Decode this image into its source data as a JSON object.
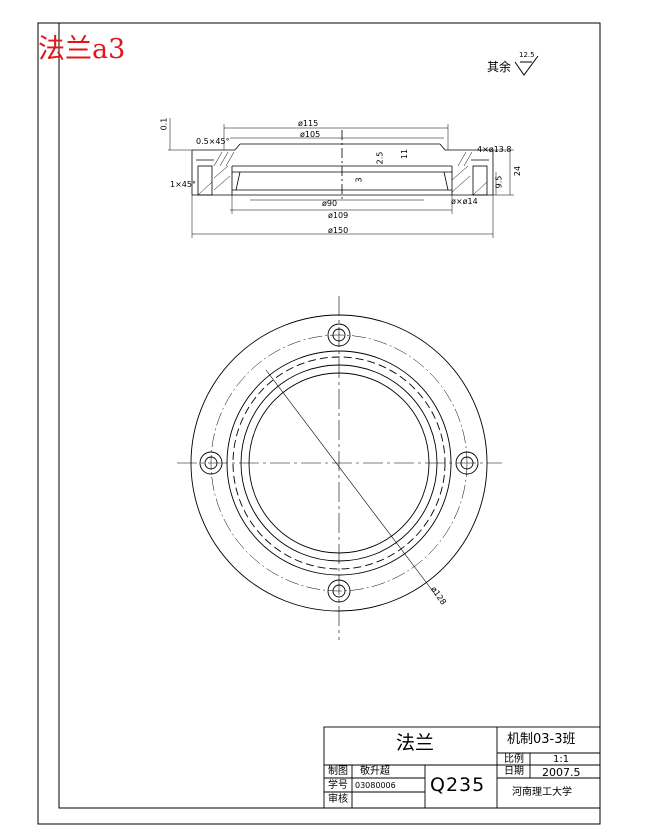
{
  "header": {
    "corner_title": "法兰a3",
    "roughness_note": "其余",
    "roughness_value": "12.5"
  },
  "section_view": {
    "dims": {
      "d115": "ø115",
      "d105": "ø105",
      "d90": "ø90",
      "d109": "ø109",
      "d150": "ø150",
      "chamfer": "0.5×45°",
      "holes": "4×ø13.8",
      "counterbore": "ø×ø14",
      "h24": "24",
      "h9": "9.5",
      "h3": "3",
      "h11": "11",
      "h2_5": "2.5",
      "corner": "1×45°",
      "flatness": "0.1"
    }
  },
  "plan_view": {
    "pcd_label": "ø128"
  },
  "title_block": {
    "part_name": "法兰",
    "class_label": "机制03-3班",
    "scale_label": "比例",
    "scale_value": "1:1",
    "date_label": "日期",
    "date_value": "2007.5",
    "drawn_label": "制图",
    "drawn_name": "敬升超",
    "student_label": "学号",
    "student_id": "03080006",
    "review_label": "审核",
    "material": "Q235",
    "school": "河南理工大学"
  }
}
